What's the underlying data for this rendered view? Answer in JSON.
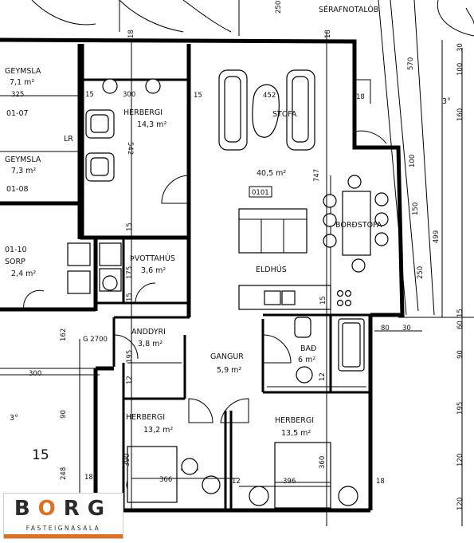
{
  "rooms": {
    "geymsla1": {
      "name": "GEYMSLA",
      "area": "7,1 m²",
      "dim": "325",
      "code": "01-07"
    },
    "geymsla2": {
      "name": "GEYMSLA",
      "area": "7,3 m²",
      "code": "01-08"
    },
    "sorp": {
      "code": "01-10",
      "name": "SORP",
      "area": "2,4 m²"
    },
    "herbergi_top": {
      "name": "HERBERGI",
      "area": "14,3 m²"
    },
    "stofa": {
      "name": "STOFA",
      "area": "40,5 m²",
      "code": "0101"
    },
    "bordstofa": {
      "name": "BORÐSTOFA"
    },
    "eldhus": {
      "name": "ELDHÚS"
    },
    "thvottahus": {
      "name": "ÞVOTTAHÚS",
      "area": "3,6 m²"
    },
    "anddyri": {
      "name": "ANDDYRI",
      "area": "3,8 m²"
    },
    "gangur": {
      "name": "GANGUR",
      "area": "5,9 m²"
    },
    "bad": {
      "name": "BAÐ",
      "area": "6 m²"
    },
    "herbergi_left": {
      "name": "HERBERGI",
      "area": "13,2 m²"
    },
    "herbergi_right": {
      "name": "HERBERGI",
      "area": "13,5 m²"
    }
  },
  "labels": {
    "serafnotalob": "SÉRAFNOTALÓB",
    "lr": "LR",
    "g2700": "G 2700",
    "plot": "15",
    "deg1": "3°",
    "deg2": "3°"
  },
  "dims": {
    "d15a": "15",
    "d300": "300",
    "d15b": "15",
    "d452": "452",
    "d18a": "18",
    "d542": "542",
    "d747": "747",
    "d15c": "15",
    "d175": "175",
    "d15d": "15",
    "d15e": "15",
    "d162": "162",
    "d195": "195",
    "d12a": "12",
    "d300b": "300",
    "d90a": "90",
    "d248": "248",
    "d390": "390",
    "d18b": "18",
    "d366": "366",
    "d12b": "12",
    "d396": "396",
    "d360": "360",
    "d18c": "18",
    "d12c": "12",
    "d80": "80",
    "d30a": "30",
    "d570": "570",
    "d100a": "100",
    "d150": "150",
    "d250": "250",
    "d499": "499",
    "d30b": "30",
    "d100b": "100",
    "d160": "160",
    "d60": "60",
    "d15f": "15",
    "d90b": "90",
    "d195b": "195",
    "d120a": "120",
    "d120b": "120",
    "d18top": "18",
    "d250top": "250",
    "d18mid": "18"
  },
  "logo": {
    "word_pre": "B",
    "word_o": "O",
    "word_post": "RG",
    "tagline": "FASTEIGNASALA"
  }
}
